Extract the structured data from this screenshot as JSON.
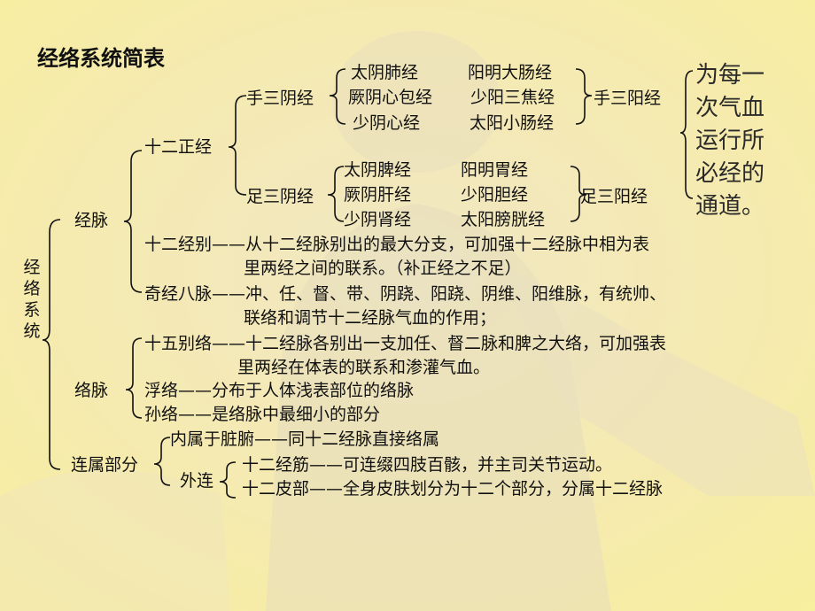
{
  "title": "经络系统简表",
  "root": "经络系统",
  "jingmai": {
    "label": "经脉",
    "shierzhengjing": {
      "label": "十二正经",
      "shousanyin": {
        "label": "手三阴经",
        "rows": [
          {
            "yin": "太阴肺经",
            "yang": "阳明大肠经"
          },
          {
            "yin": "厥阴心包经",
            "yang": "少阳三焦经"
          },
          {
            "yin": "少阴心经",
            "yang": "太阳小肠经"
          }
        ],
        "yang_label": "手三阳经"
      },
      "zusanyin": {
        "label": "足三阴经",
        "rows": [
          {
            "yin": "太阴脾经",
            "yang": "阳明胃经"
          },
          {
            "yin": "厥阴肝经",
            "yang": "少阳胆经"
          },
          {
            "yin": "少阴肾经",
            "yang": "太阳膀胱经"
          }
        ],
        "yang_label": "足三阳经"
      }
    },
    "jingbie_line1": "十二经别——从十二经脉别出的最大分支，可加强十二经脉中相为表",
    "jingbie_line2": "里两经之间的联系。（补正经之不足）",
    "qijing_line1": "奇经八脉——冲、任、督、带、阴跷、阳跷、阴维、阳维脉，有统帅、",
    "qijing_line2": "联络和调节十二经脉气血的作用；"
  },
  "luomai": {
    "label": "络脉",
    "bieluo_line1": "十五别络——十二经脉各别出一支加任、督二脉和脾之大络，可加强表",
    "bieluo_line2": "里两经在体表的联系和渗灌气血。",
    "fuluo": "浮络——分布于人体浅表部位的络脉",
    "sunluo": "孙络——是络脉中最细小的部分"
  },
  "lianshu": {
    "label": "连属部分",
    "neishu": "内属于脏腑——同十二经脉直接络属",
    "wailian": {
      "label": "外连",
      "jingjin": "十二经筋——可连缀四肢百骸，并主司关节运动。",
      "pibu": "十二皮部——全身皮肤划分为十二个部分，分属十二经脉"
    }
  },
  "note": [
    "为每一",
    "次气血",
    "运行所",
    "必经的",
    "通道。"
  ],
  "colors": {
    "background": "#f7eea8",
    "text": "#111111"
  }
}
